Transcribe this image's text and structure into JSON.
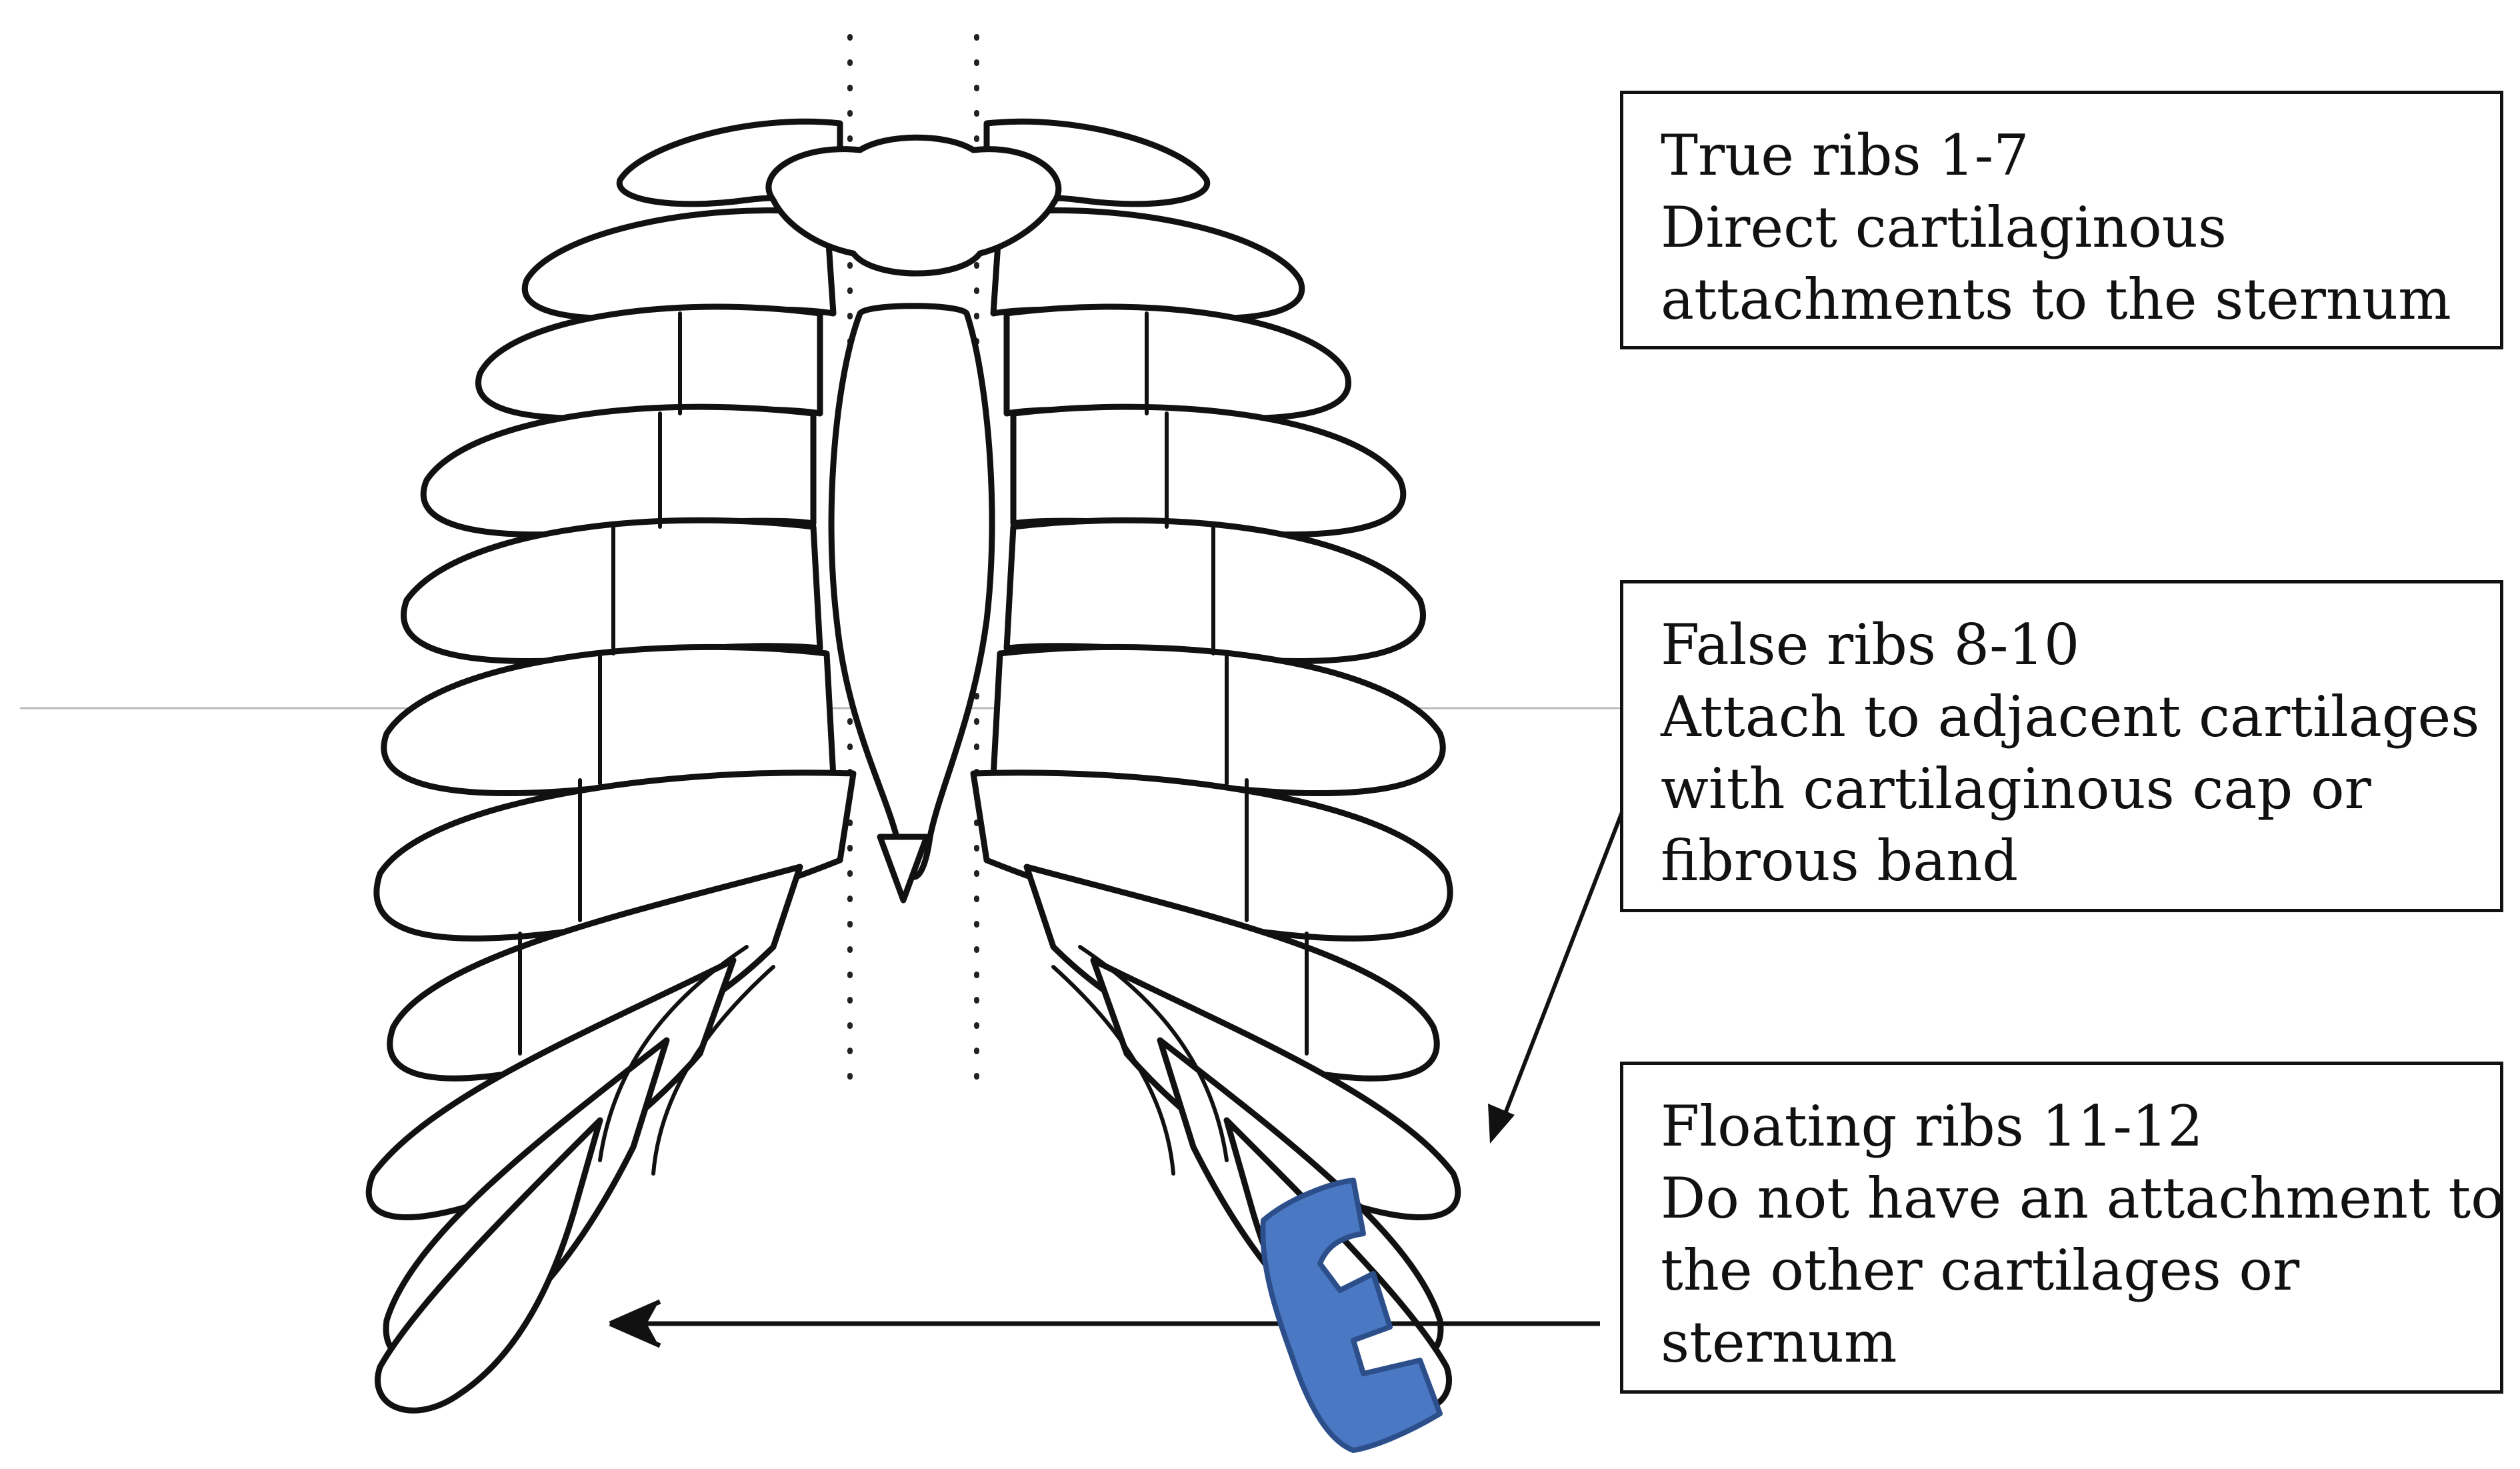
{
  "labels": {
    "true_ribs": {
      "title": "True ribs 1-7",
      "lines": [
        "Direct cartilaginous",
        "attachments to the sternum"
      ]
    },
    "false_ribs": {
      "title": "False ribs 8-10",
      "lines": [
        "Attach to adjacent cartilages",
        "with cartilaginous cap or",
        "fibrous band"
      ]
    },
    "floating_ribs": {
      "title": "Floating ribs 11-12",
      "lines": [
        "Do not have an attachment to",
        "the other cartilages or",
        "sternum"
      ]
    }
  },
  "colors": {
    "ink": "#111111",
    "marker_fill": "#4a78c2",
    "marker_stroke": "#2c4f8c",
    "guide_line": "#bbbbbb"
  },
  "icons": {
    "ribcage": "ribcage-drawing",
    "marker": "blue-c-marker"
  }
}
